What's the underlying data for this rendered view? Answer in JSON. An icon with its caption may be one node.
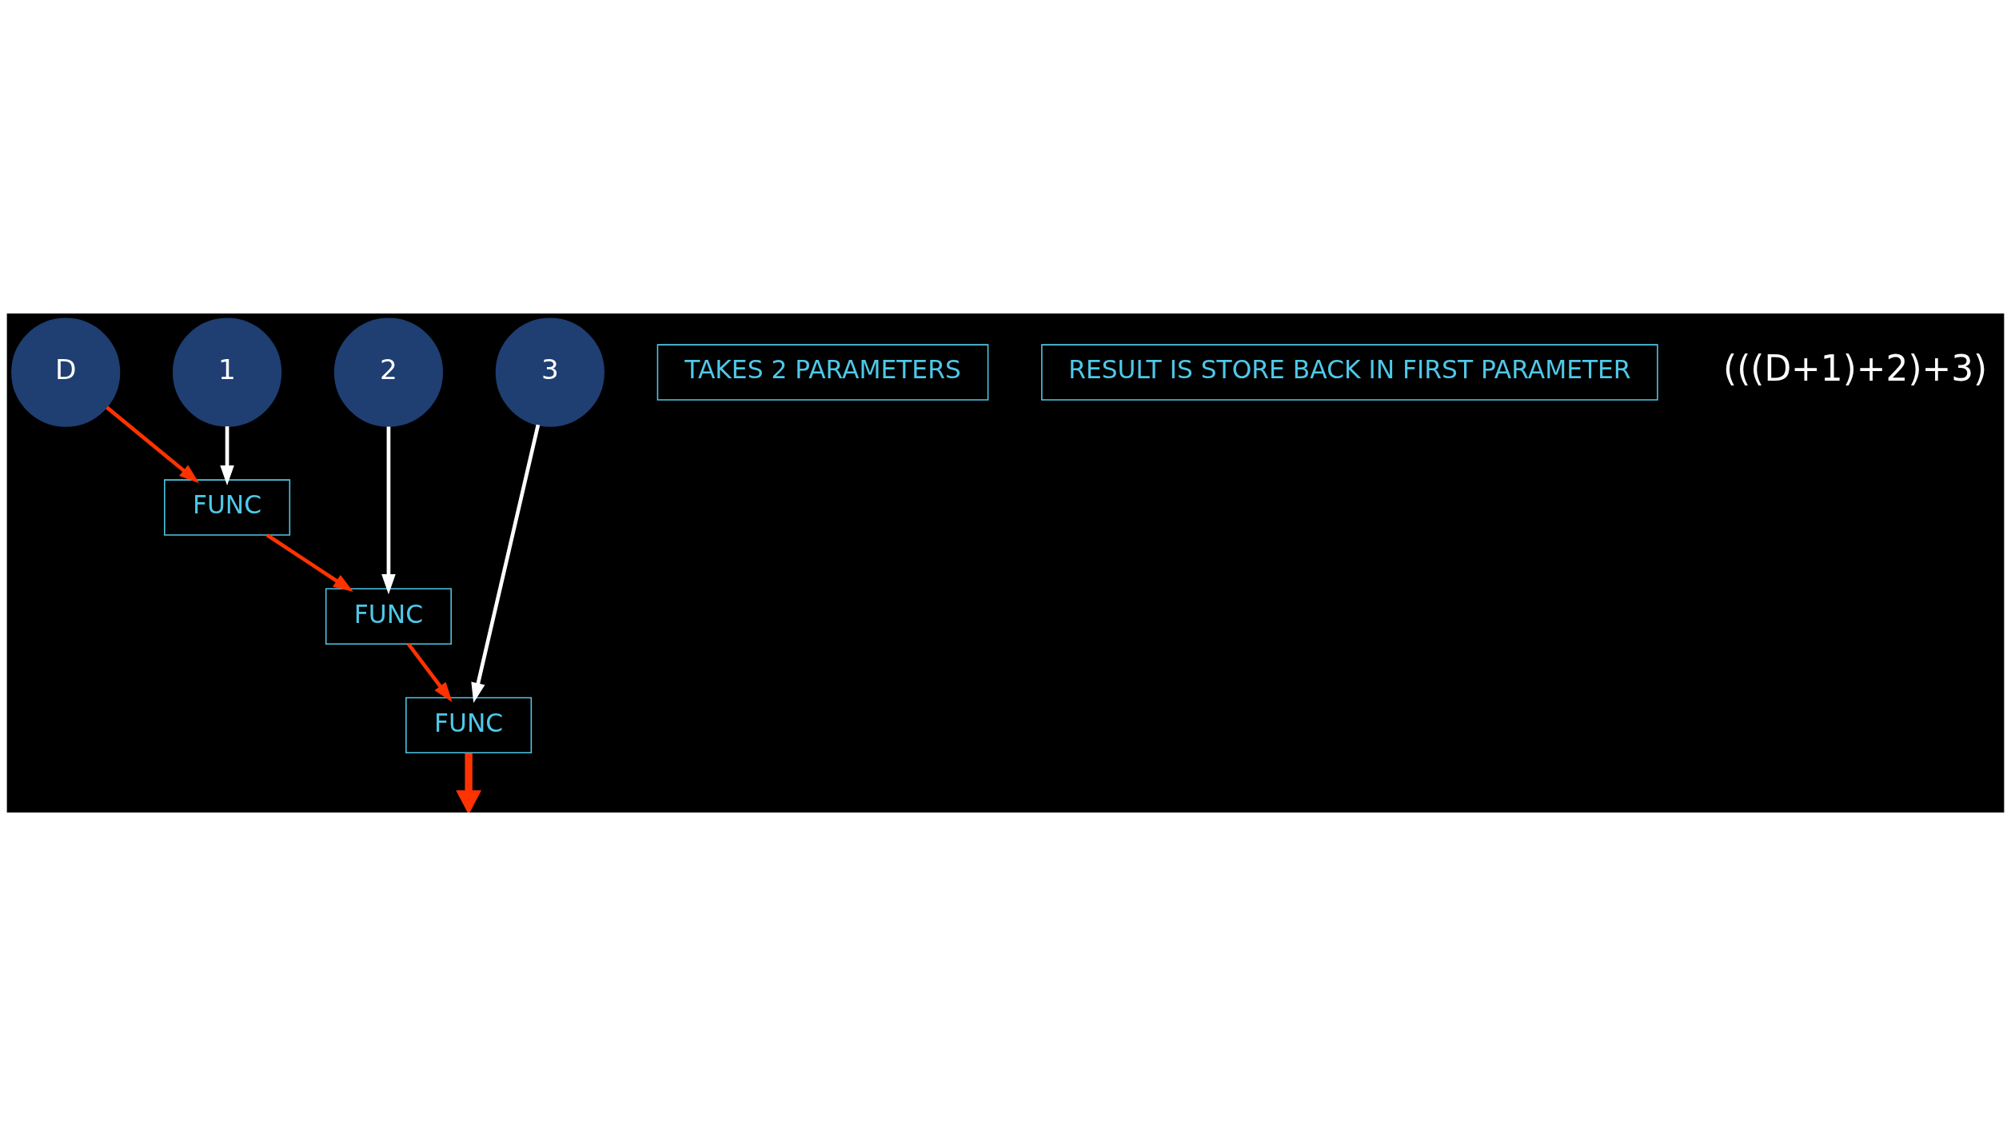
{
  "diagram": {
    "nodes": [
      {
        "text": [
          "D"
        ]
      },
      {
        "text": [
          "1"
        ]
      },
      {
        "text": [
          "2"
        ]
      },
      {
        "text": [
          "3"
        ]
      },
      {
        "text": [
          "FUNC"
        ]
      },
      {
        "text": [
          "FUNC"
        ]
      },
      {
        "text": [
          "FUNC"
        ]
      },
      {
        "text": [
          "TAKES 2 PARAMETERS"
        ]
      },
      {
        "text": [
          "RESULT IS STORE BACK IN FIRST PARAMETER"
        ]
      }
    ],
    "edges": [
      {
        "from": 0,
        "to": 4,
        "arrow": "to"
      },
      {
        "from": 1,
        "to": 4,
        "arrow": "to",
        "color": "#ffffff"
      },
      {
        "from": 4,
        "to": 5,
        "arrow": "to"
      },
      {
        "from": 2,
        "to": 5,
        "arrow": "to",
        "color": "#ffffff"
      },
      {
        "from": 5,
        "to": 6,
        "arrow": "to"
      },
      {
        "from": 3,
        "to": 6,
        "arrow": "to",
        "color": "#ffffff"
      },
      {
        "from": 6,
        "to": null,
        "arrow": "to",
        "style": "thick"
      }
    ],
    "labels": [
      "(((D+1)+2)+3)"
    ]
  }
}
